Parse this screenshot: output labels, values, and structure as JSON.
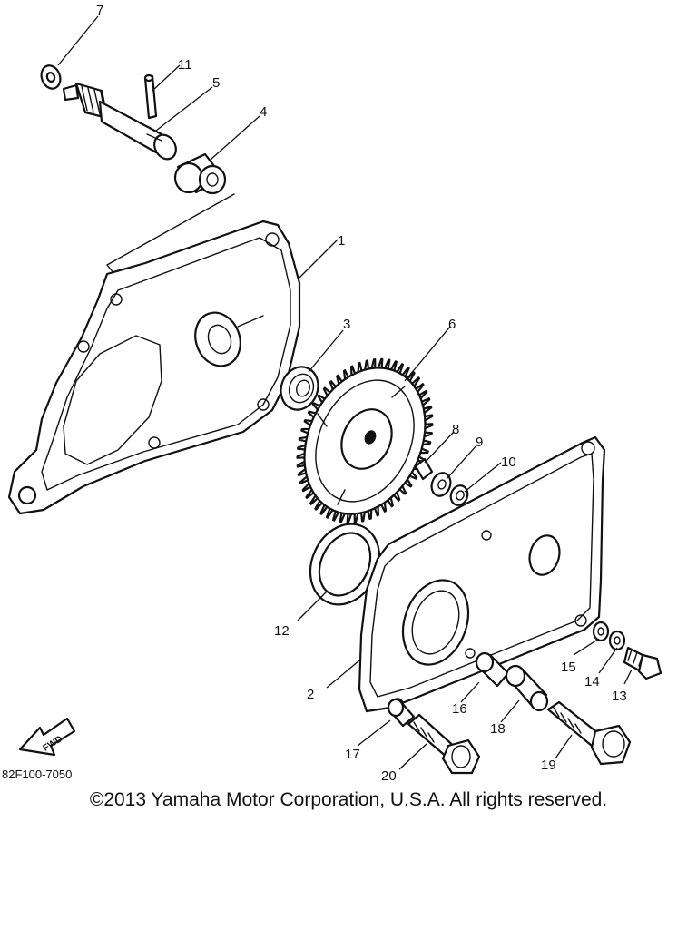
{
  "parts": {
    "p1": "1",
    "p2": "2",
    "p3": "3",
    "p4": "4",
    "p5": "5",
    "p6": "6",
    "p7": "7",
    "p8": "8",
    "p9": "9",
    "p10": "10",
    "p11": "11",
    "p12": "12",
    "p13": "13",
    "p14": "14",
    "p15": "15",
    "p16": "16",
    "p17": "17",
    "p18": "18",
    "p19": "19",
    "p20": "20"
  },
  "direction_arrow": "FWD",
  "drawing_code": "82F100-7050",
  "copyright": "©2013 Yamaha Motor Corporation, U.S.A. All rights reserved."
}
